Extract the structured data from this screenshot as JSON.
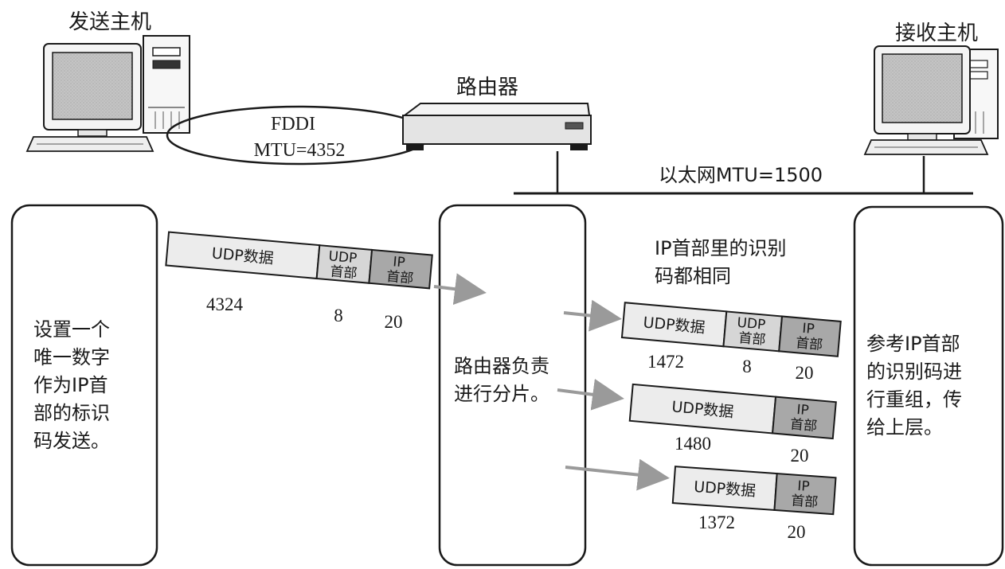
{
  "hosts": {
    "sender_label": "发送主机",
    "receiver_label": "接收主机",
    "router_label": "路由器"
  },
  "links": {
    "fddi_name": "FDDI",
    "fddi_mtu": "MTU=4352",
    "ethernet_label": "以太网MTU=1500"
  },
  "panels": {
    "sender_text": [
      "设置一个",
      "唯一数字",
      "作为IP首",
      "部的标识",
      "码发送。"
    ],
    "router_text": [
      "路由器负责",
      "进行分片。"
    ],
    "receiver_text": [
      "参考IP首部",
      "的识别码进",
      "行重组，传",
      "给上层。"
    ]
  },
  "note": [
    "IP首部里的识别",
    "码都相同"
  ],
  "original_packet": {
    "data_label": "UDP数据",
    "udp_header_label": [
      "UDP",
      "首部"
    ],
    "ip_header_label": [
      "IP",
      "首部"
    ],
    "data_size": "4324",
    "udp_header_size": "8",
    "ip_header_size": "20"
  },
  "fragments": [
    {
      "data_label": "UDP数据",
      "udp_header_label": [
        "UDP",
        "首部"
      ],
      "ip_header_label": [
        "IP",
        "首部"
      ],
      "data_size": "1472",
      "udp_header_size": "8",
      "ip_header_size": "20"
    },
    {
      "data_label": "UDP数据",
      "ip_header_label": [
        "IP",
        "首部"
      ],
      "data_size": "1480",
      "ip_header_size": "20"
    },
    {
      "data_label": "UDP数据",
      "ip_header_label": [
        "IP",
        "首部"
      ],
      "data_size": "1372",
      "ip_header_size": "20"
    }
  ],
  "colors": {
    "ink": "#1a1a1a",
    "data_fill": "#ececec",
    "udp_header_fill": "#d6d6d6",
    "ip_header_fill": "#a8a8a8",
    "arrow": "#9a9a9a",
    "screen": "#bdbdbd"
  }
}
